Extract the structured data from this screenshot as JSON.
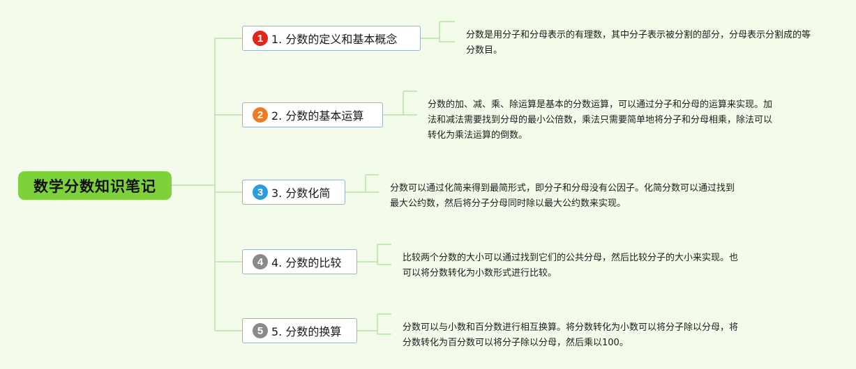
{
  "colors": {
    "background": "#f3fbea",
    "connector": "#b7e2a2",
    "root_fill": "#7ed13a",
    "topic_border": "#9bb2c4"
  },
  "root": {
    "label": "数学分数知识笔记"
  },
  "topics": [
    {
      "badge": "1",
      "badge_color": "#e0261a",
      "label": "1. 分数的定义和基本概念",
      "note": "分数是用分子和分母表示的有理数，其中分子表示被分割的部分，分母表示分割成的等分数目。"
    },
    {
      "badge": "2",
      "badge_color": "#ee7a22",
      "label": "2. 分数的基本运算",
      "note": "分数的加、减、乘、除运算是基本的分数运算，可以通过分子和分母的运算来实现。加法和减法需要找到分母的最小公倍数，乘法只需要简单地将分子和分母相乘，除法可以转化为乘法运算的倒数。"
    },
    {
      "badge": "3",
      "badge_color": "#2b9ce0",
      "label": "3. 分数化简",
      "note": "分数可以通过化简来得到最简形式，即分子和分母没有公因子。化简分数可以通过找到最大公约数，然后将分子分母同时除以最大公约数来实现。"
    },
    {
      "badge": "4",
      "badge_color": "#8a8a8a",
      "label": "4. 分数的比较",
      "note": "比较两个分数的大小可以通过找到它们的公共分母，然后比较分子的大小来实现。也可以将分数转化为小数形式进行比较。"
    },
    {
      "badge": "5",
      "badge_color": "#8a8a8a",
      "label": "5. 分数的换算",
      "note": "分数可以与小数和百分数进行相互换算。将分数转化为小数可以将分子除以分母，将分数转化为百分数可以将分子除以分母，然后乘以100。"
    }
  ]
}
